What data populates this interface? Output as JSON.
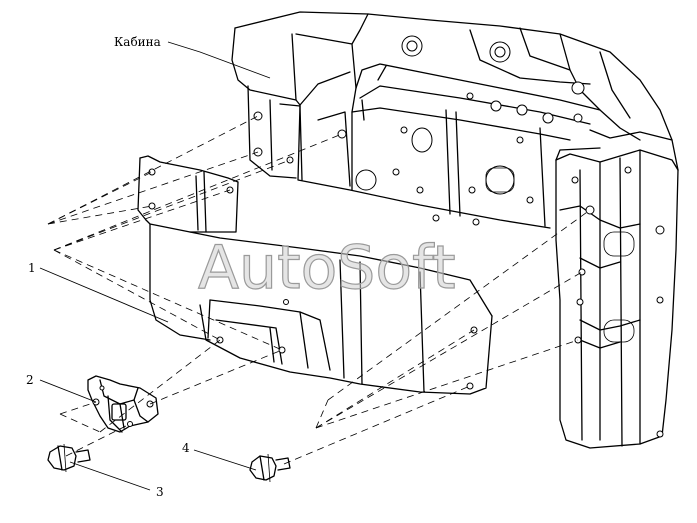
{
  "labels": {
    "cabin": "Кабина",
    "item_1": "1",
    "item_2": "2",
    "item_3": "3",
    "item_4": "4"
  },
  "watermark": "AutoSoft",
  "colors": {
    "line": "#000000",
    "watermark": "#cfcfcf"
  }
}
